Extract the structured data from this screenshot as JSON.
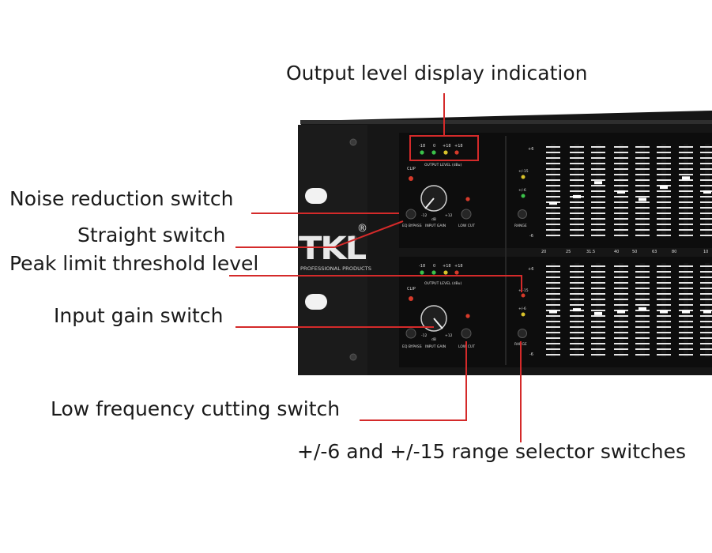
{
  "callouts": {
    "output_level": "Output level display indication",
    "noise_reduction": "Noise reduction switch",
    "straight": "Straight switch",
    "peak_limit": "Peak limit threshold level",
    "input_gain": "Input gain switch",
    "low_cut": "Low frequency cutting switch",
    "range_selector": "+/-6 and +/-15 range selector switches"
  },
  "device": {
    "brand": "TKL",
    "registered_mark": "®",
    "tagline": "PROFESSIONAL PRODUCTS",
    "channel": {
      "led_scale": [
        "-18",
        "0",
        "+18",
        "+18"
      ],
      "output_level_label": "OUTPUT LEVEL (dBu)",
      "clip_label": "CLIP",
      "eq_bypass_label": "EQ BYPASS",
      "input_gain_label": "INPUT GAIN",
      "low_cut_label": "LOW CUT",
      "gain_min": "-12",
      "gain_mid": "dB",
      "gain_max": "+12",
      "range_label": "RANGE",
      "range_top": "+6",
      "range_bottom": "-6",
      "range_15": "+/-15",
      "range_6": "+/-6"
    },
    "freq_labels": [
      "20",
      "25",
      "31.5",
      "40",
      "50",
      "63",
      "80",
      "10"
    ]
  },
  "colors": {
    "annotation_line": "#d42a2a",
    "chassis": "#161616",
    "panel": "#0d0d0d",
    "slot": "#e6e6e6",
    "led_green": "#3bc24a",
    "led_yellow": "#d8c22a",
    "led_red": "#d63a2a"
  }
}
